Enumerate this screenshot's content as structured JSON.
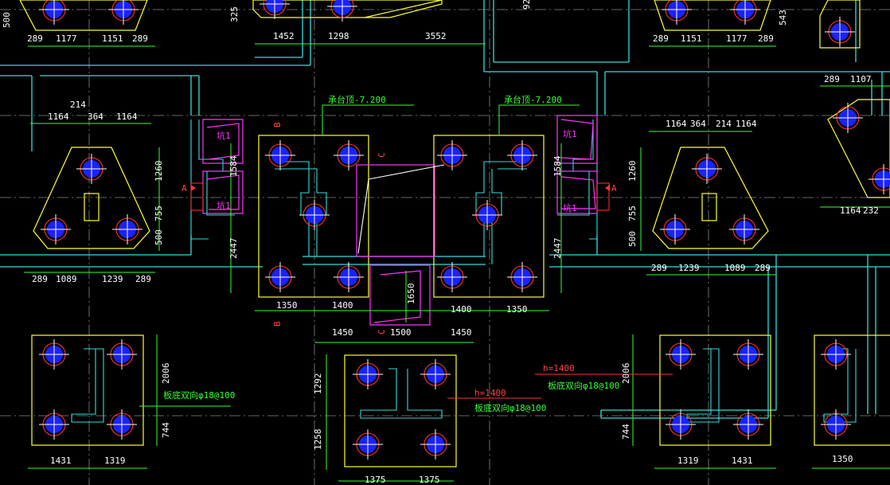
{
  "colors": {
    "background": "#000000",
    "cap_outline": "#ffff33",
    "beam": "#33dddd",
    "dimension": "#33ff33",
    "pit": "#ff33ff",
    "pile_fill": "#1a22ff",
    "pile_ring": "#ff3333",
    "axis": "#888888",
    "annotation_line": "#ff3333"
  },
  "labels": {
    "cap_elev_1": "承台顶-7.200",
    "cap_elev_2": "承台顶-7.200",
    "pit_1": "坑1",
    "pit_2": "坑1",
    "pit_3": "坑1",
    "pit_4": "坑1",
    "section_a_left": "A",
    "section_a_right": "A",
    "section_b_top": "B",
    "section_b_bottom": "B",
    "section_c_top": "C",
    "section_c_bottom": "C",
    "h_1400_a": "h=1400",
    "h_1400_b": "h=1400",
    "rebar_a": "板底双向φ18@100",
    "rebar_b": "板底双向φ18@100",
    "rebar_c": "板底双向φ18@100"
  },
  "dims": {
    "t1": "289",
    "t2": "1177",
    "t3": "1151",
    "t4": "289",
    "t5": "1452",
    "t6": "1298",
    "t7": "3552",
    "t8": "289",
    "t9": "1151",
    "t10": "1177",
    "t11": "289",
    "v500": "500",
    "v325": "325",
    "v92": "92",
    "v543": "543",
    "d214a": "214",
    "d1164a": "1164",
    "d364a": "364",
    "d1164b": "1164",
    "d1164c": "1164",
    "d364b": "364",
    "d214b": "214",
    "d1164d": "1164",
    "d289r": "289",
    "d1107": "1107",
    "v1260a": "1260",
    "v755a": "755",
    "v500a": "500",
    "v1260b": "1260",
    "v755b": "755",
    "v500b": "500",
    "v1584a": "1584",
    "v1584b": "1584",
    "v2447a": "2447",
    "v2447b": "2447",
    "v1650": "1650",
    "b289a": "289",
    "b1089a": "1089",
    "b1239a": "1239",
    "b289b": "289",
    "b289c": "289",
    "b1239b": "1239",
    "b1089b": "1089",
    "b289d": "289",
    "d1164e": "1164",
    "d232": "232",
    "c1350a": "1350",
    "c1400a": "1400",
    "c1400b": "1400",
    "c1350b": "1350",
    "c1450a": "1450",
    "c1500": "1500",
    "c1450b": "1450",
    "v2006a": "2006",
    "v744a": "744",
    "v2006b": "2006",
    "v744b": "744",
    "v1292": "1292",
    "v1258": "1258",
    "e1431a": "1431",
    "e1319a": "1319",
    "e1319b": "1319",
    "e1431b": "1431",
    "e1350": "1350",
    "e1375a": "1375",
    "e1375b": "1375"
  }
}
